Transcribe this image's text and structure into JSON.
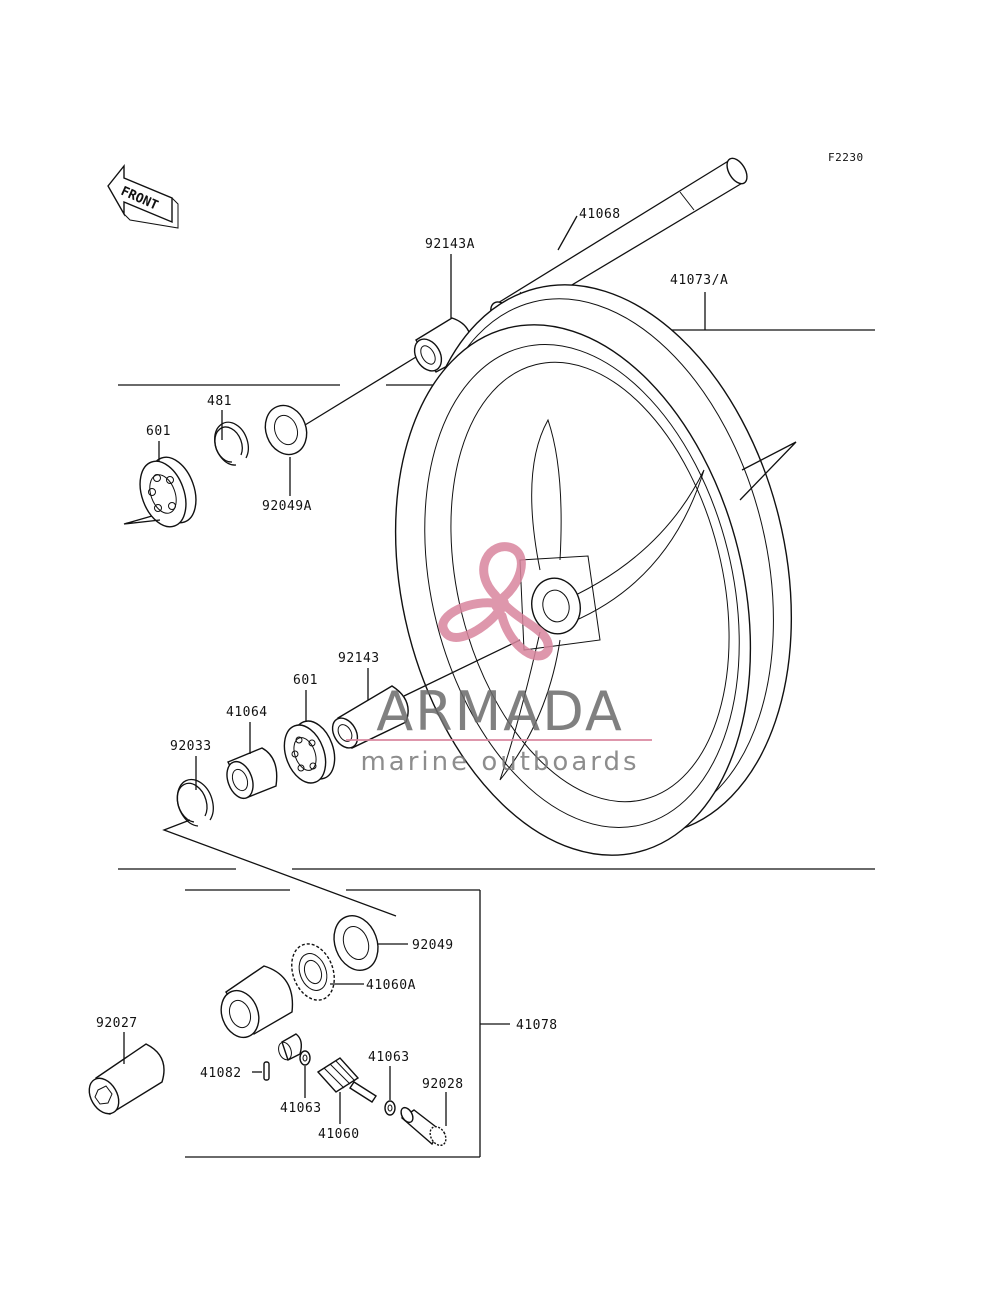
{
  "diagram": {
    "code": "F2230",
    "front_label": "FRONT",
    "parts": {
      "p41068": "41068",
      "p41073A": "41073/A",
      "p92143A": "92143A",
      "p481": "481",
      "p601_top": "601",
      "p92049A": "92049A",
      "p92143": "92143",
      "p601_mid": "601",
      "p41064": "41064",
      "p92033": "92033",
      "p92049": "92049",
      "p41060A": "41060A",
      "p41078": "41078",
      "p92027": "92027",
      "p41063_right": "41063",
      "p92028": "92028",
      "p41082": "41082",
      "p41063_left": "41063",
      "p41060": "41060"
    }
  },
  "watermark": {
    "brand": "ARMADA",
    "tagline": "marine outboards",
    "colors": {
      "logo": "#d9869e",
      "brand_text": "#6b6b6b"
    }
  }
}
